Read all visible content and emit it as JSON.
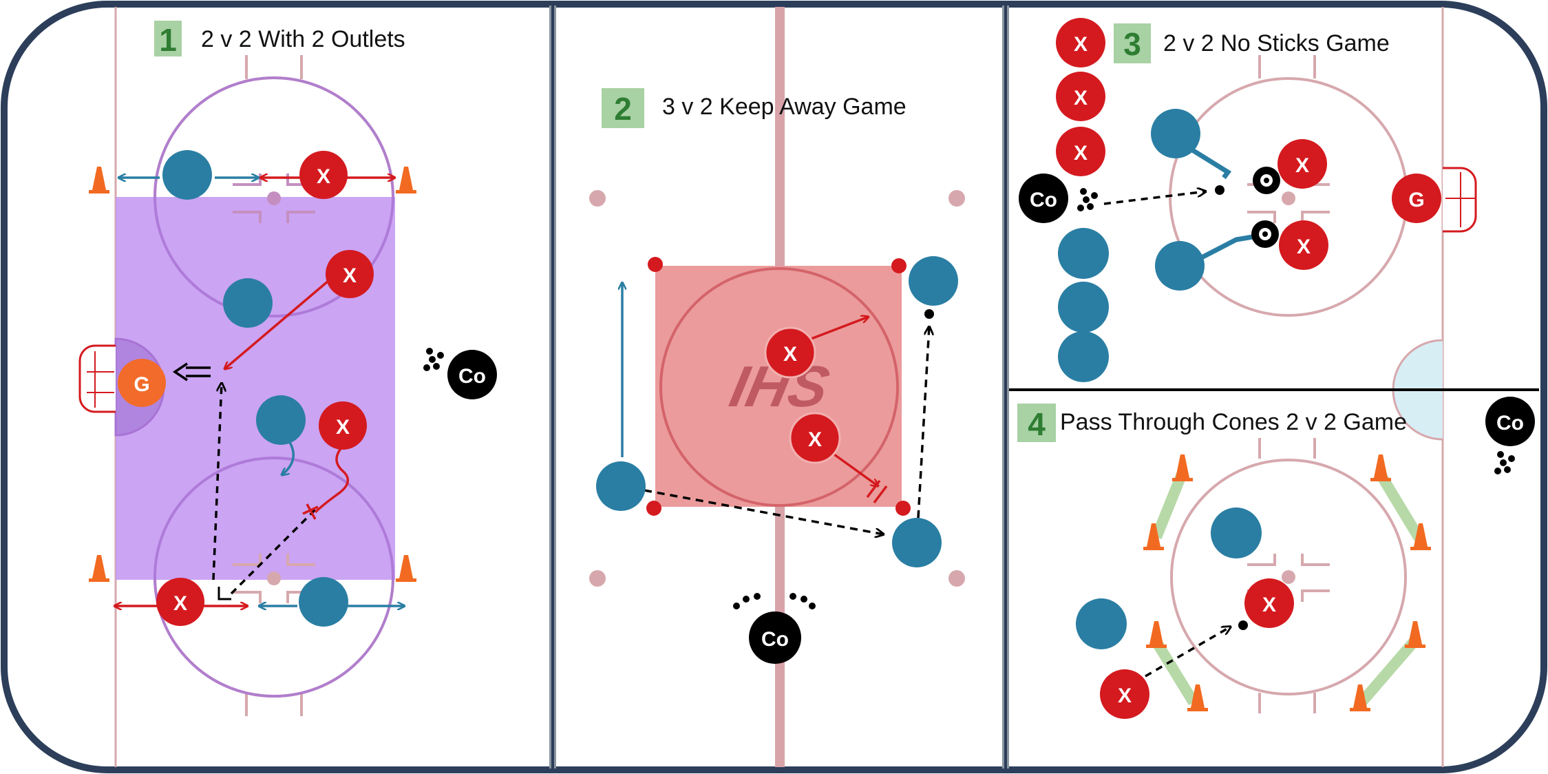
{
  "drills": [
    {
      "number": "1",
      "title": "2 v 2 With 2 Outlets"
    },
    {
      "number": "2",
      "title": "3 v 2 Keep Away Game"
    },
    {
      "number": "3",
      "title": "2 v 2 No Sticks Game"
    },
    {
      "number": "4",
      "title": "Pass Through Cones 2 v 2 Game"
    }
  ],
  "labels": {
    "defender": "X",
    "goalie": "G",
    "coach": "Co",
    "logo": "IHS"
  },
  "colors": {
    "rink_border": "#2c3e5a",
    "rink_line": "#d6a8ad",
    "center_line": "#d9a3aa",
    "offense": "#2a7ea3",
    "defense": "#d41a1f",
    "coach": "#000000",
    "goalie_orange": "#f26b2a",
    "badge_bg": "#a8d1a4",
    "badge_text": "#2e7d32",
    "zone_purple": "#c59af2",
    "zone_red": "#eb9b9b",
    "cone": "#f26a21",
    "cone_bar": "#b7d9a8"
  }
}
